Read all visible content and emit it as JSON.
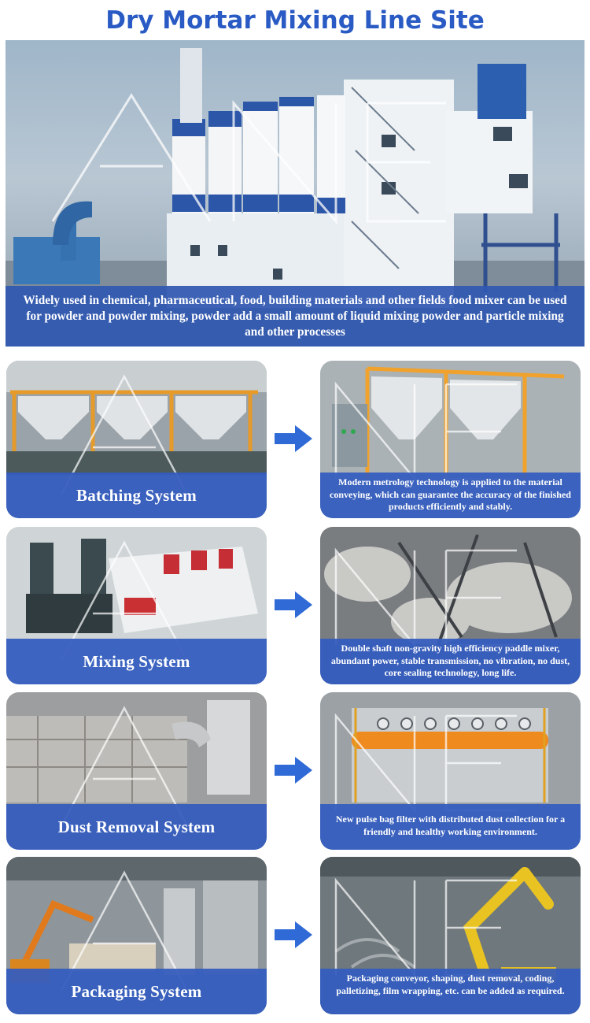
{
  "page_title": "Dry Mortar Mixing Line Site",
  "hero": {
    "caption": "Widely used in chemical, pharmaceutical, food, building materials and other fields food mixer can be used for powder and powder mixing, powder add a small amount of liquid mixing powder and particle mixing and other processes"
  },
  "systems": [
    {
      "label": "Batching System",
      "description": "Modern metrology technology is applied to the material conveying, which can guarantee the accuracy of the finished products efficiently and stably."
    },
    {
      "label": "Mixing System",
      "description": "Double shaft non-gravity high efficiency paddle mixer, abundant power, stable transmission, no vibration, no dust, core sealing technology, long life."
    },
    {
      "label": "Dust Removal System",
      "description": "New pulse bag filter with distributed dust collection for a friendly and healthy working environment."
    },
    {
      "label": "Packaging System",
      "description": "Packaging conveyor, shaping, dust removal, coding, palletizing, film wrapping, etc. can be added as required."
    }
  ],
  "colors": {
    "title": "#2a5bc4",
    "band": "#345cbe",
    "arrow": "#2f6ad6"
  },
  "icons": {
    "arrow": "right-arrow-icon",
    "watermark": "brand-watermark"
  }
}
